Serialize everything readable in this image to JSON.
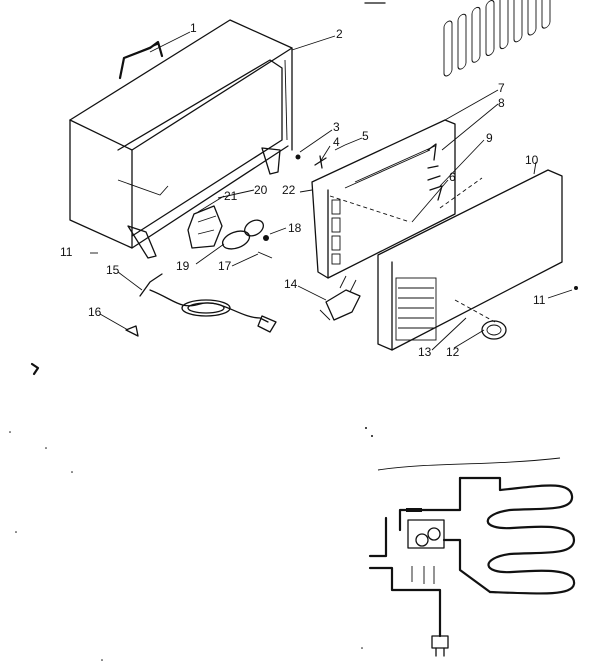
{
  "callouts": [
    "1",
    "2",
    "3",
    "4",
    "5",
    "6",
    "7",
    "8",
    "9",
    "10",
    "11",
    "11",
    "12",
    "13",
    "14",
    "15",
    "16",
    "17",
    "18",
    "19",
    "20",
    "21",
    "22"
  ],
  "schematic_marks": {
    "top_label": "",
    "plate_label": ""
  }
}
